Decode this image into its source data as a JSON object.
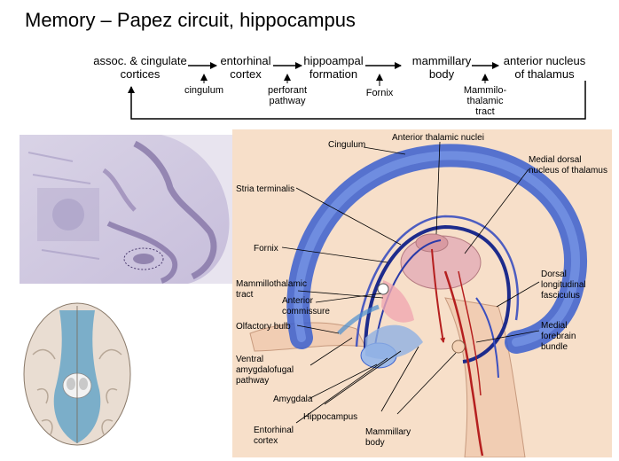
{
  "slide": {
    "title": "Memory – Papez circuit, hippocampus"
  },
  "flow": {
    "nodes": [
      {
        "line1": "assoc. & cingulate",
        "line2": "cortices"
      },
      {
        "line1": "entorhinal",
        "line2": "cortex"
      },
      {
        "line1": "hippoampal",
        "line2": "formation"
      },
      {
        "line1": "mammillary",
        "line2": "body"
      },
      {
        "line1": "anterior nucleus",
        "line2": "of thalamus"
      }
    ],
    "pathways": [
      {
        "line1": "cingulum",
        "line2": "",
        "line3": ""
      },
      {
        "line1": "perforant",
        "line2": "pathway",
        "line3": ""
      },
      {
        "line1": "Fornix",
        "line2": "",
        "line3": ""
      },
      {
        "line1": "Mammilo-",
        "line2": "thalamic",
        "line3": "tract"
      }
    ]
  },
  "diagram": {
    "labels": {
      "cingulum": "Cingulum",
      "anterior_thalamic_nuclei": "Anterior thalamic nuclei",
      "medial_dorsal_1": "Medial dorsal",
      "medial_dorsal_2": "nucleus of thalamus",
      "stria_terminalis": "Stria terminalis",
      "fornix": "Fornix",
      "mammillothalamic_1": "Mammillothalamic",
      "mammillothalamic_2": "tract",
      "anterior_commissure_1": "Anterior",
      "anterior_commissure_2": "commissure",
      "dorsal_long_1": "Dorsal",
      "dorsal_long_2": "longitudinal",
      "dorsal_long_3": "fasciculus",
      "olfactory_bulb": "Olfactory bulb",
      "medial_forebrain_1": "Medial",
      "medial_forebrain_2": "forebrain",
      "medial_forebrain_3": "bundle",
      "ventral_amyg_1": "Ventral",
      "ventral_amyg_2": "amygdalofugal",
      "ventral_amyg_3": "pathway",
      "amygdala": "Amygdala",
      "hippocampus": "Hippocampus",
      "entorhinal_1": "Entorhinal",
      "entorhinal_2": "cortex",
      "mammillary_1": "Mammillary",
      "mammillary_2": "body"
    }
  }
}
